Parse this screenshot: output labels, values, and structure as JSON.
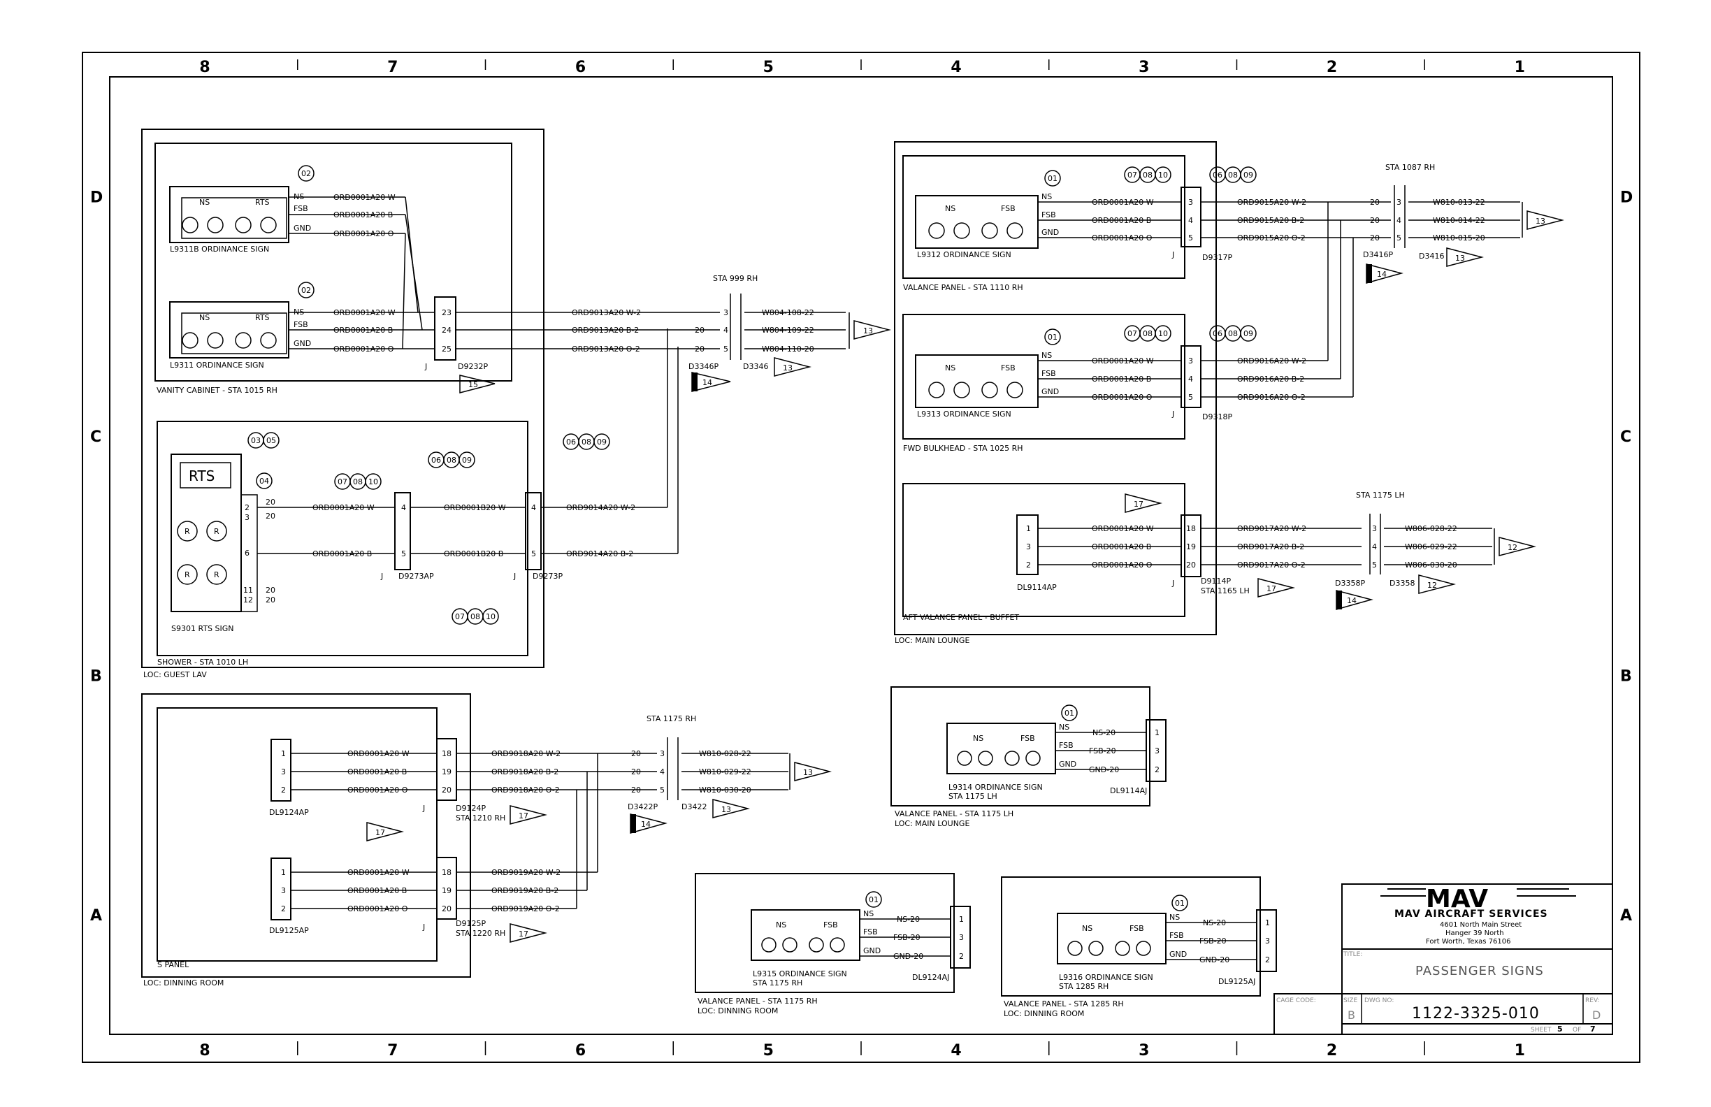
{
  "grid": {
    "columns": [
      "8",
      "7",
      "6",
      "5",
      "4",
      "3",
      "2",
      "1"
    ],
    "rows": [
      "D",
      "C",
      "B",
      "A"
    ]
  },
  "title_block": {
    "logo": "MAV",
    "company": "MAV AIRCRAFT SERVICES",
    "address_1": "4601 North Main Street",
    "address_2": "Hanger 39 North",
    "address_3": "Fort Worth, Texas 76106",
    "title_label": "TITLE:",
    "title": "PASSENGER SIGNS",
    "cage_label": "CAGE CODE:",
    "size_label": "SIZE",
    "size": "B",
    "dwg_label": "DWG NO:",
    "dwg_no": "1122-3325-010",
    "rev_label": "REV:",
    "rev": "D",
    "sheet_label": "SHEET",
    "sheet": "5",
    "of_label": "OF",
    "of": "7"
  },
  "loc": {
    "guest_lav": "LOC: GUEST LAV",
    "main_lounge": "LOC: MAIN LOUNGE",
    "dinning_room": "LOC: DINNING ROOM"
  },
  "panels": {
    "vanity": "VANITY CABINET - STA 1015 RH",
    "shower": "SHOWER - STA 1010 LH",
    "valance_1110": "VALANCE PANEL - STA 1110 RH",
    "fwd_bulkhead": "FWD BULKHEAD - STA 1025 RH",
    "aft_valance": "AFT VALANCE PANEL - BUFFET",
    "s_panel": "S PANEL",
    "valance_1175lh": "VALANCE PANEL - STA 1175 LH",
    "valance_1175rh": "VALANCE PANEL - STA 1175 RH",
    "valance_1285rh": "VALANCE PANEL - STA 1285 RH"
  },
  "signs": {
    "l9311b": "L9311B ORDINANCE SIGN",
    "l9311": "L9311 ORDINANCE SIGN",
    "s9301": "S9301 RTS SIGN",
    "l9312": "L9312 ORDINANCE SIGN",
    "l9313": "L9313 ORDINANCE SIGN",
    "l9314": "L9314 ORDINANCE SIGN",
    "l9314_sta": "STA 1175 LH",
    "l9315": "L9315 ORDINANCE SIGN",
    "l9315_sta": "STA 1175 RH",
    "l9316": "L9316 ORDINANCE SIGN",
    "l9316_sta": "STA 1285 RH"
  },
  "sign_text": {
    "ns": "NS",
    "rts": "RTS",
    "fsb": "FSB",
    "gnd": "GND",
    "r": "R",
    "rts_big": "RTS"
  },
  "connectors": {
    "d9232p": "D9232P",
    "d9273ap": "D9273AP",
    "d9273p": "D9273P",
    "d3346p": "D3346P",
    "d3346": "D3346",
    "d9317p": "D9317P",
    "d9318p": "D9318P",
    "d3416p": "D3416P",
    "d3416": "D3416",
    "dl9114ap": "DL9114AP",
    "d9114p": "D9114P",
    "d9114p_sta": "STA 1165 LH",
    "d3358p": "D3358P",
    "d3358": "D3358",
    "dl9124ap": "DL9124AP",
    "dl9125ap": "DL9125AP",
    "d9124p": "D9124P",
    "d9124p_sta": "STA 1210 RH",
    "d9125p": "D9125P",
    "d9125p_sta": "STA 1220 RH",
    "d3422p": "D3422P",
    "d3422": "D3422",
    "dl9114aj": "DL9114AJ",
    "dl9124aj": "DL9124AJ",
    "dl9125aj": "DL9125AJ",
    "j": "J"
  },
  "stations": {
    "sta999": "STA 999 RH",
    "sta1087": "STA 1087 RH",
    "sta1175lh": "STA 1175 LH",
    "sta1175rh": "STA 1175 RH"
  },
  "wires": {
    "ord1_w": "ORD0001A20 W",
    "ord1_b": "ORD0001A20 B",
    "ord1_o": "ORD0001A20 O",
    "ord1b_w": "ORD0001B20 W",
    "ord1b_b": "ORD0001B20 B",
    "ord9013_w": "ORD9013A20 W-2",
    "ord9013_b": "ORD9013A20 B-2",
    "ord9013_o": "ORD9013A20 O-2",
    "ord9014_w": "ORD9014A20 W-2",
    "ord9014_b": "ORD9014A20 B-2",
    "ord9015_w": "ORD9015A20 W-2",
    "ord9015_b": "ORD9015A20 B-2",
    "ord9015_o": "ORD9015A20 O-2",
    "ord9016_w": "ORD9016A20 W-2",
    "ord9016_b": "ORD9016A20 B-2",
    "ord9016_o": "ORD9016A20 O-2",
    "ord9017_w": "ORD9017A20 W-2",
    "ord9017_b": "ORD9017A20 B-2",
    "ord9017_o": "ORD9017A20 O-2",
    "ord9018_w": "ORD9018A20 W-2",
    "ord9018_b": "ORD9018A20 B-2",
    "ord9018_o": "ORD9018A20 O-2",
    "ord9019_w": "ORD9019A20 W-2",
    "ord9019_b": "ORD9019A20 B-2",
    "ord9019_o": "ORD9019A20 O-2",
    "w804_108": "W804-108-22",
    "w804_109": "W804-109-22",
    "w804_110": "W804-110-20",
    "w810_013": "W810-013-22",
    "w810_014": "W810-014-22",
    "w810_015": "W810-015-20",
    "w806_028": "W806-028-22",
    "w806_029": "W806-029-22",
    "w806_030": "W806-030-20",
    "w810_028": "W810-028-22",
    "w810_029": "W810-029-22",
    "w810_030": "W810-030-20",
    "ns20": "NS-20",
    "fsb20": "FSB-20",
    "gnd20": "GND-20",
    "g20": "20"
  },
  "pins": {
    "p1": "1",
    "p2": "2",
    "p3": "3",
    "p4": "4",
    "p5": "5",
    "p6": "6",
    "p11": "11",
    "p12": "12",
    "p18": "18",
    "p19": "19",
    "p20": "20",
    "p23": "23",
    "p24": "24",
    "p25": "25"
  },
  "notes": {
    "n01": "01",
    "n02": "02",
    "n03": "03",
    "n04": "04",
    "n05": "05",
    "n06": "06",
    "n07": "07",
    "n08": "08",
    "n09": "09",
    "n10": "10",
    "n12": "12",
    "n13": "13",
    "n14": "14",
    "n15": "15",
    "n17": "17"
  }
}
